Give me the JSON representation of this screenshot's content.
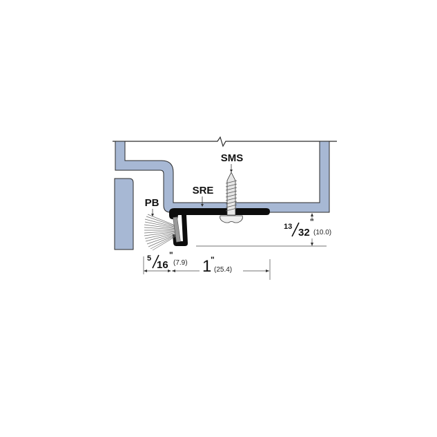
{
  "diagram": {
    "type": "technical-section-drawing",
    "colors": {
      "frame_fill": "#a7b8d4",
      "frame_stroke": "#2a2a2a",
      "seal_black": "#0d0d0d",
      "brush_gray": "#7a7a7a",
      "screw_fill": "#e4e4e4",
      "dim_line": "#333333"
    },
    "labels": {
      "sms": "SMS",
      "sre": "SRE",
      "pb": "PB"
    },
    "dimensions": {
      "height": {
        "num": "13",
        "den": "32",
        "inch_mark": "\"",
        "metric": "(10.0)"
      },
      "brush_depth": {
        "num": "5",
        "den": "16",
        "inch_mark": "\"",
        "metric": "(7.9)"
      },
      "width": {
        "value": "1",
        "inch_mark": "\"",
        "metric": "(25.4)"
      }
    }
  }
}
